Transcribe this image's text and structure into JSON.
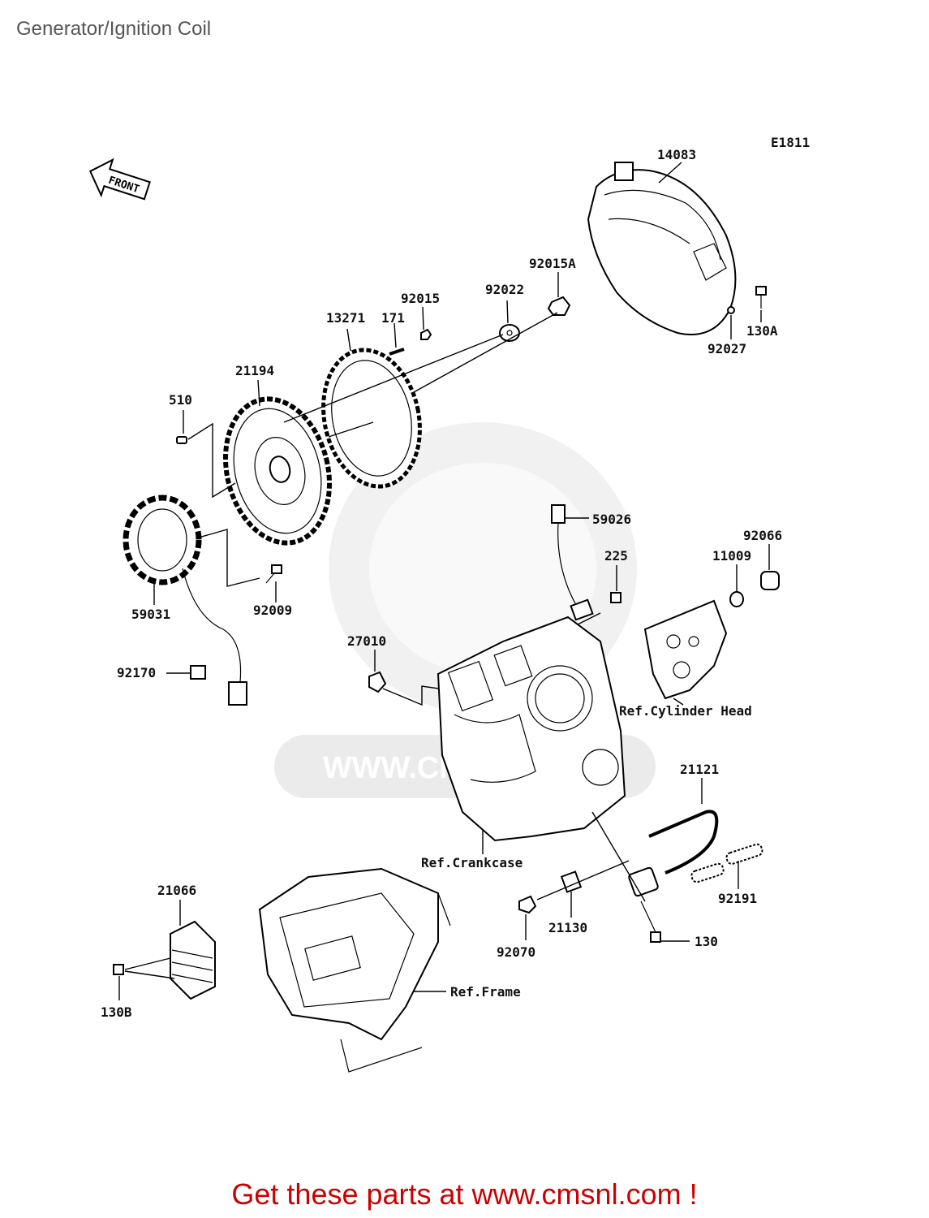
{
  "page": {
    "title": "Generator/Ignition Coil",
    "diagram_code": "E1811",
    "front_marker": "FRONT",
    "watermark": "WWW.CMSNL.COM",
    "footer": "Get these parts at www.cmsnl.com !",
    "footer_color": "#cc0000"
  },
  "part_labels": {
    "p14083": "14083",
    "p92015A": "92015A",
    "p92022": "92022",
    "p92015": "92015",
    "p171": "171",
    "p13271": "13271",
    "p21194": "21194",
    "p510": "510",
    "p130A": "130A",
    "p92027": "92027",
    "p59026": "59026",
    "p92066": "92066",
    "p225": "225",
    "p11009": "11009",
    "p59031": "59031",
    "p92009": "92009",
    "p27010": "27010",
    "p92170": "92170",
    "p21121": "21121",
    "p21066": "21066",
    "p92191": "92191",
    "p21130": "21130",
    "p130": "130",
    "p92070": "92070",
    "p130B": "130B"
  },
  "references": {
    "cylinder_head": "Ref.Cylinder Head",
    "crankcase": "Ref.Crankcase",
    "frame": "Ref.Frame"
  }
}
